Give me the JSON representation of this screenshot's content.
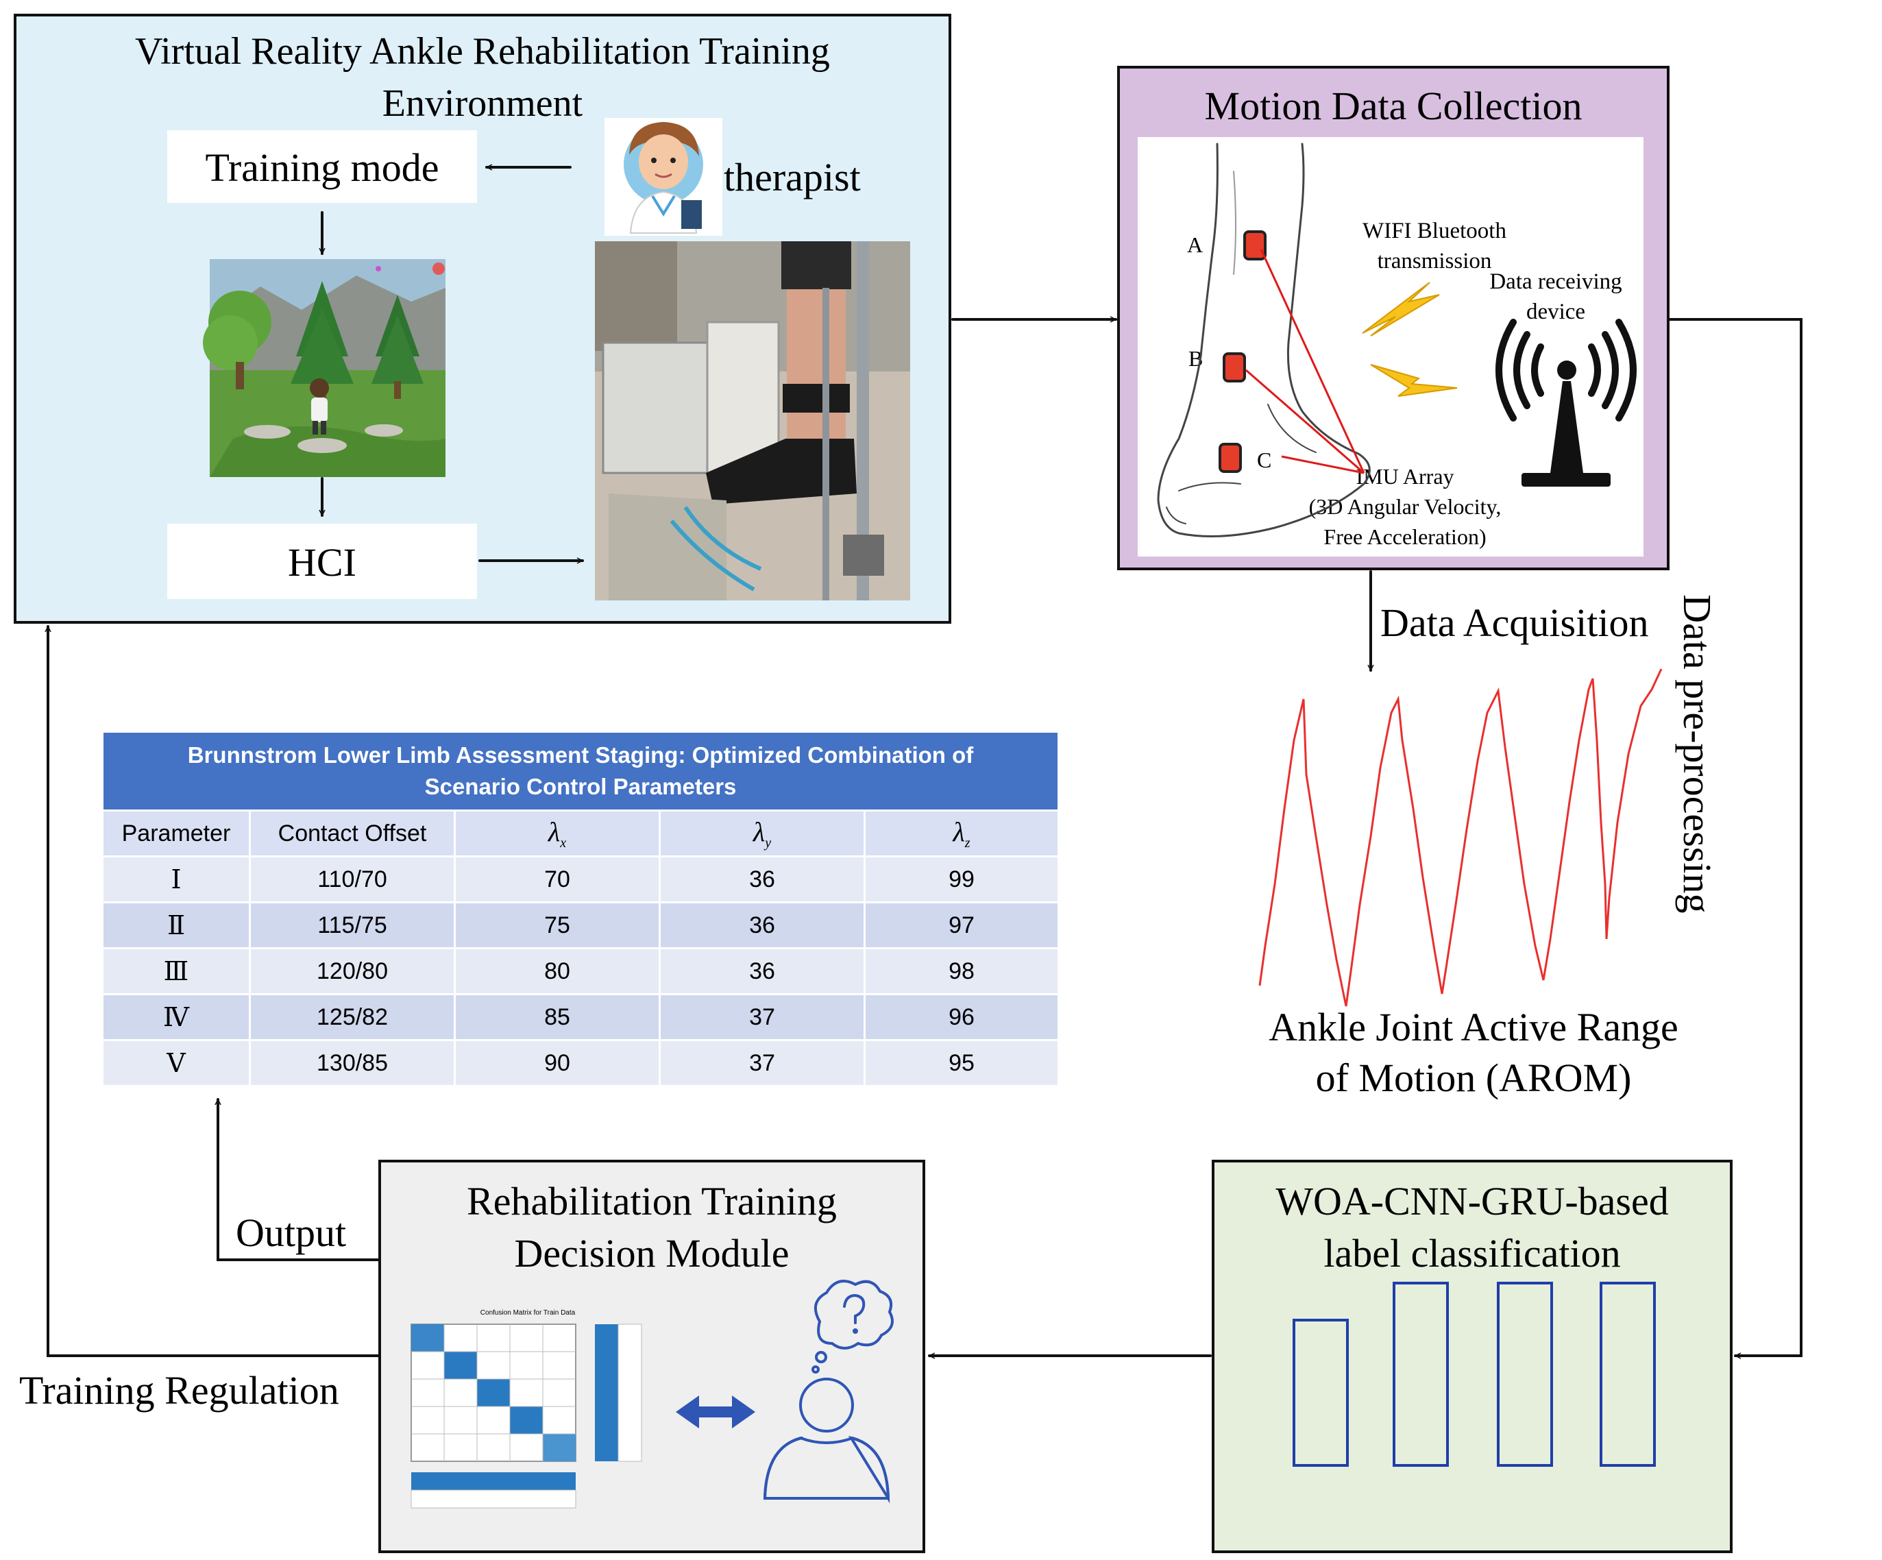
{
  "vr_box": {
    "title_line1": "Virtual Reality Ankle Rehabilitation Training",
    "title_line2": "Environment",
    "training_mode": "Training mode",
    "therapist": "therapist",
    "hci": "HCI"
  },
  "motion_box": {
    "title": "Motion Data Collection",
    "point_a": "A",
    "point_b": "B",
    "point_c": "C",
    "wifi_line1": "WIFI Bluetooth",
    "wifi_line2": "transmission",
    "receiver_line1": "Data receiving",
    "receiver_line2": "device",
    "imu_line1": "IMU Array",
    "imu_line2": "(3D Angular Velocity,",
    "imu_line3": "Free Acceleration)"
  },
  "labels": {
    "data_acquisition": "Data Acquisition",
    "data_preprocessing": "Data pre-processing",
    "arom_line1": "Ankle Joint Active Range",
    "arom_line2": "of Motion (AROM)",
    "output": "Output",
    "training_regulation": "Training Regulation"
  },
  "woa_box": {
    "title_line1": "WOA-CNN-GRU-based",
    "title_line2": "label classification"
  },
  "decision_box": {
    "title_line1": "Rehabilitation Training",
    "title_line2": "Decision Module",
    "matrix_title": "Confusion Matrix for Train Data"
  },
  "table": {
    "caption_line1": "Brunnstrom Lower Limb Assessment Staging: Optimized Combination of",
    "caption_line2": "Scenario Control Parameters",
    "headers": [
      "Parameter",
      "Contact Offset"
    ],
    "lambda_symbol": "λ",
    "lambda_subs": [
      "x",
      "y",
      "z"
    ],
    "rows": [
      [
        "Ⅰ",
        "110/70",
        "70",
        "36",
        "99"
      ],
      [
        "Ⅱ",
        "115/75",
        "75",
        "36",
        "97"
      ],
      [
        "Ⅲ",
        "120/80",
        "80",
        "36",
        "98"
      ],
      [
        "Ⅳ",
        "125/82",
        "85",
        "37",
        "96"
      ],
      [
        "Ⅴ",
        "130/85",
        "90",
        "37",
        "95"
      ]
    ]
  },
  "colors": {
    "vr_bg": "#dff0f8",
    "motion_bg": "#d8bfe0",
    "decision_bg": "#efefef",
    "woa_bg": "#e6efdc",
    "table_header": "#4472c4",
    "signal": "#e8302e",
    "conv_layer": "#1f3fa8",
    "arrow_blue": "#2f55b5"
  }
}
